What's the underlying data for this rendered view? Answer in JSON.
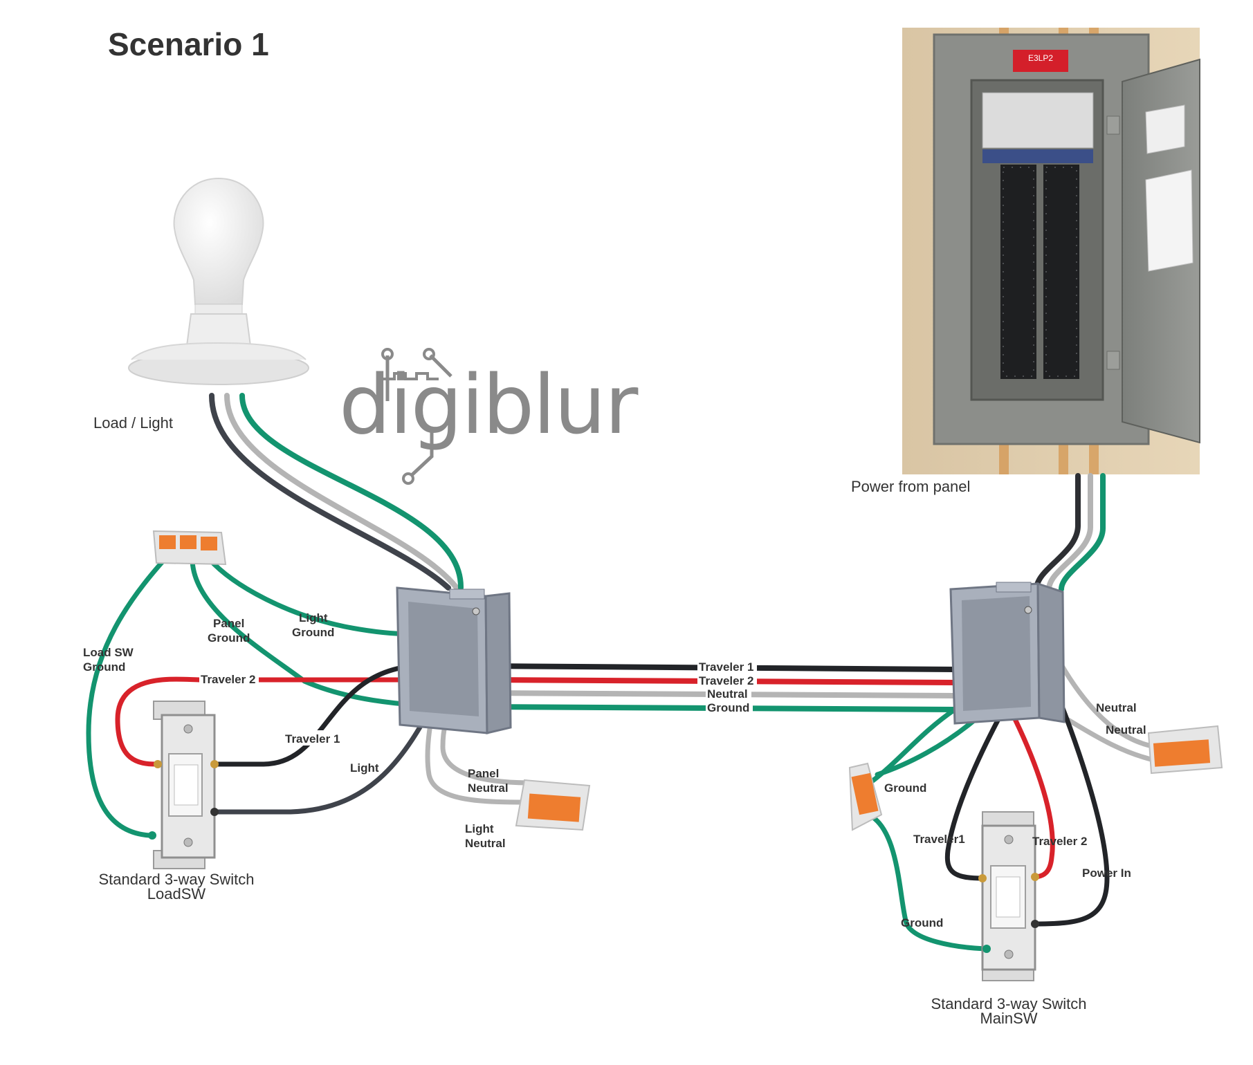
{
  "title": "Scenario 1",
  "captions": {
    "load_light": "Load / Light",
    "power_from_panel": "Power from panel",
    "load_switch_line1": "Standard 3-way Switch",
    "load_switch_line2": "LoadSW",
    "main_switch_line1": "Standard 3-way Switch",
    "main_switch_line2": "MainSW"
  },
  "logo_text": "digiblur",
  "panel_label": "E3LP2",
  "wire_labels": {
    "light_ground_1": "Light",
    "light_ground_2": "Ground",
    "panel_ground_1": "Panel",
    "panel_ground_2": "Ground",
    "load_sw_ground_1": "Load SW",
    "load_sw_ground_2": "Ground",
    "traveler2_left": "Traveler 2",
    "traveler1_left": "Traveler 1",
    "light_left": "Light",
    "panel_neutral_1": "Panel",
    "panel_neutral_2": "Neutral",
    "light_neutral_1": "Light",
    "light_neutral_2": "Neutral",
    "run_traveler1": "Traveler 1",
    "run_traveler2": "Traveler 2",
    "run_neutral": "Neutral",
    "run_ground": "Ground",
    "neutral_right_1": "Neutral",
    "neutral_right_2": "Neutral",
    "ground_right": "Ground",
    "traveler1_right": "Traveler1",
    "traveler2_right": "Traveler 2",
    "power_in": "Power In",
    "ground_main_sw": "Ground"
  },
  "colors": {
    "ground": "#13946f",
    "hot": "#2d2f33",
    "traveler1": "#222428",
    "traveler2": "#d8222a",
    "neutral": "#b4b4b4",
    "box": "#a9b0bc",
    "connector": "#ee7d2f",
    "panel": "#8b8d8a"
  }
}
